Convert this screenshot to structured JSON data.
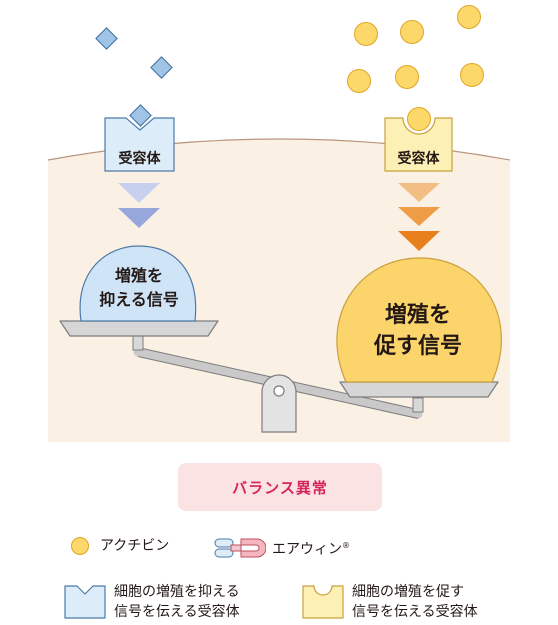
{
  "diagram": {
    "left_receptor_label": "受容体",
    "right_receptor_label": "受容体",
    "left_signal_line1": "増殖を",
    "left_signal_line2": "抑える信号",
    "right_signal_line1": "増殖を",
    "right_signal_line2": "促す信号",
    "balance_status": "バランス異常"
  },
  "legend": {
    "agonist_label": "アクチビン",
    "drug_label": "エアウィン",
    "drug_mark": "®",
    "inhibit_receptor_line1": "細胞の増殖を抑える",
    "inhibit_receptor_line2": "信号を伝える受容体",
    "promote_receptor_line1": "細胞の増殖を促す",
    "promote_receptor_line2": "信号を伝える受容体"
  },
  "colors": {
    "cell_fill": "#fbf0e4",
    "cell_border": "#b8967e",
    "blue_receptor": "#dcecf8",
    "yellow_receptor": "#fdf0b4",
    "blue_diamond": "#9fc4e6",
    "blue_arrow_light": "#c7d0ee",
    "blue_arrow_dark": "#98a7db",
    "orange_arrow_light": "#f3be84",
    "orange_arrow_mid": "#ee9c45",
    "orange_arrow_dark": "#e87f1d",
    "yellow_ball": "#fcd86a",
    "left_signal_fill": "#cfe4f6",
    "right_signal_fill": "#fbd46b",
    "balance_pill": "#fbe3e3",
    "balance_text": "#d6245a"
  }
}
